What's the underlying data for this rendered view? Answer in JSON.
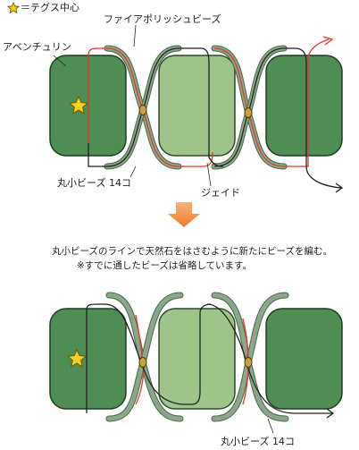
{
  "legend": {
    "star_label": "＝テグス中心"
  },
  "labels": {
    "fire_polish": "ファイアポリッシュビーズ",
    "aventurine": "アベンチュリン",
    "round_beads_top": "丸小ビーズ 14コ",
    "jade": "ジェイド",
    "instruction_line1": "丸小ビーズのラインで天然石をはさむように新たにビーズを編む。",
    "instruction_line2": "※すでに通したビーズは省略しています。",
    "round_beads_bottom": "丸小ビーズ 14コ"
  },
  "colors": {
    "aventurine_green": "#4f8d54",
    "jade_green": "#9ec489",
    "round_bead": "#8aa889",
    "fire_polish_bead": "#c9a23a",
    "thread_red": "#e8362a",
    "thread_black": "#222222",
    "arrow_orange": "#f08a3c",
    "star_yellow": "#f5d020"
  }
}
